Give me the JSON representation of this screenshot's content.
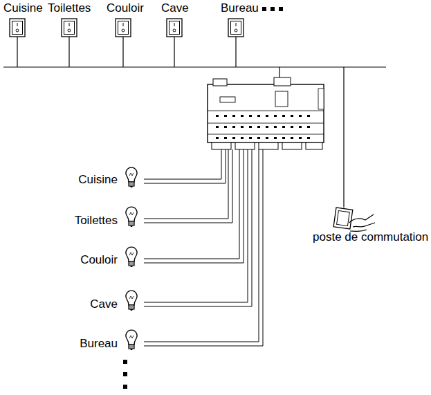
{
  "diagram": {
    "labels": [
      "Cuisine",
      "Toilettes",
      "Couloir",
      "Cave",
      "Bureau",
      "Cuisine",
      "Toilettes",
      "Couloir",
      "Cave",
      "Bureau",
      "poste de commutation"
    ]
  }
}
